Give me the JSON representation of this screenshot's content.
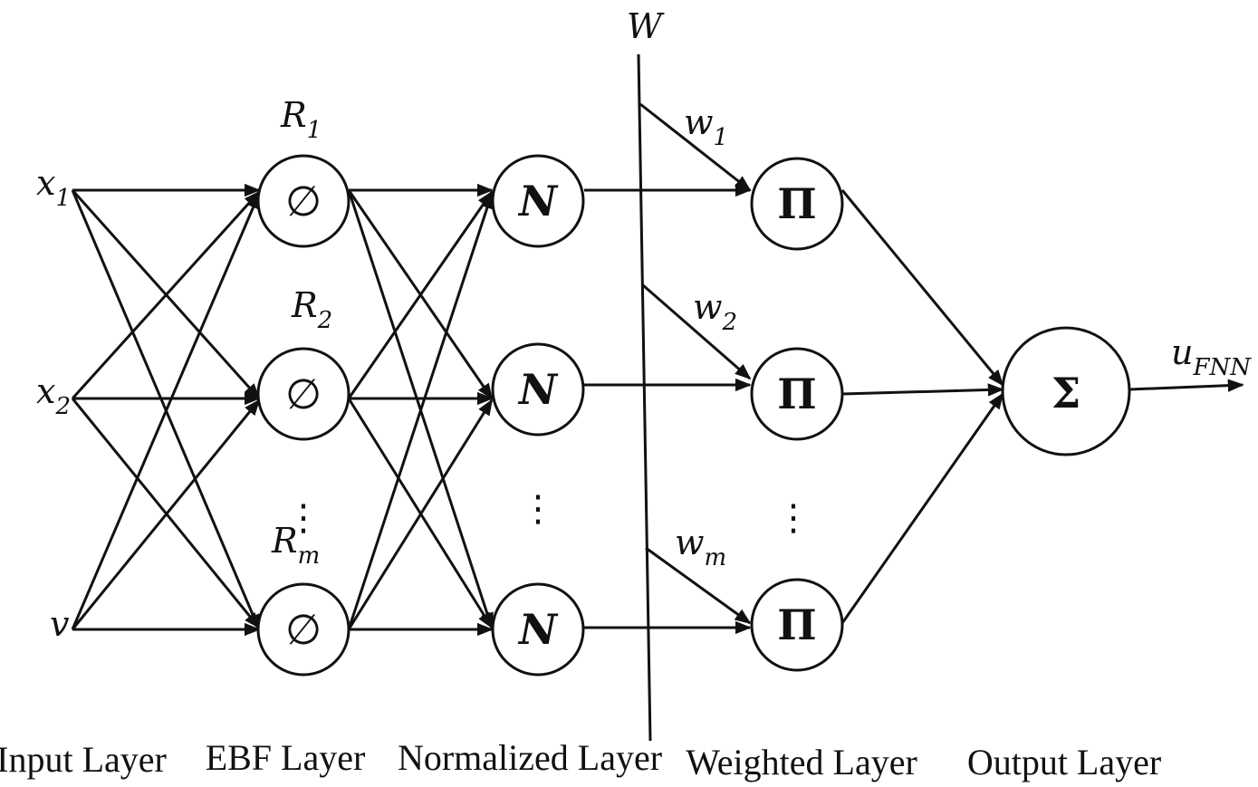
{
  "inputs": [
    {
      "base": "x",
      "sub": "1"
    },
    {
      "base": "x",
      "sub": "2"
    },
    {
      "base": "v",
      "sub": ""
    }
  ],
  "rule_labels": [
    {
      "base": "R",
      "sub": "1"
    },
    {
      "base": "R",
      "sub": "2"
    },
    {
      "base": "R",
      "sub": "m"
    }
  ],
  "weight_labels": [
    {
      "base": "w",
      "sub": "1"
    },
    {
      "base": "w",
      "sub": "2"
    },
    {
      "base": "w",
      "sub": "m"
    }
  ],
  "weight_bar_label": "W",
  "output_label": {
    "base": "u",
    "sub": "FNN"
  },
  "symbols": {
    "ebf": "∅",
    "normalized": "N",
    "weighted": "Π",
    "output": "Σ"
  },
  "ellipsis": "⋮",
  "layer_labels": {
    "input": "Input Layer",
    "ebf": "EBF Layer",
    "normalized": "Normalized Layer",
    "weighted": "Weighted Layer",
    "output": "Output Layer"
  }
}
